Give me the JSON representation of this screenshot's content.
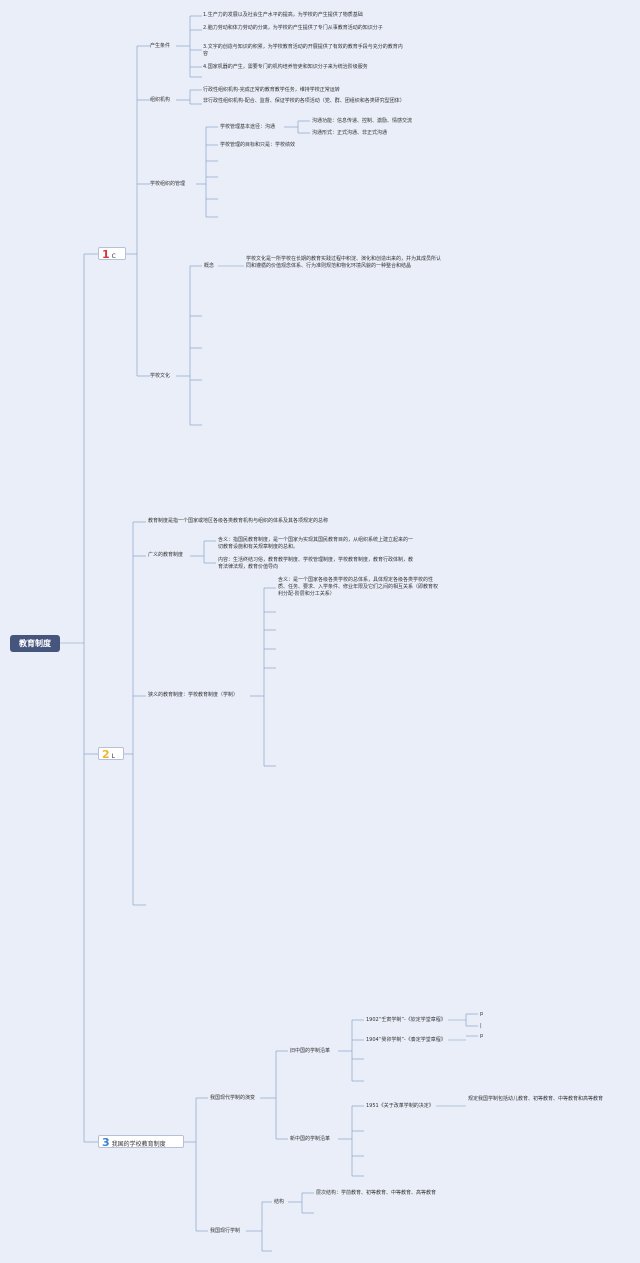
{
  "root": "教育制度",
  "b1": {
    "num": "1",
    "label": "C",
    "produce": {
      "label": "产生条件",
      "items": [
        "1.生产力的发展以及社会生产水平的提高，为学校的产生提供了物质基础",
        "2.脑力劳动和体力劳动的分离，为学校的产生提供了专门从事教育活动的知识分子",
        "3.文字的创造与知识的积累，为学校教育活动的开展提供了有效的教育手段与充分的教育内容",
        "4.国家机器的产生，需要专门的机构培养管吏和知识分子来为统治阶级服务"
      ]
    },
    "org": {
      "label": "组织机构",
      "items": [
        "行政性组织机构-完成正常的教育教学任务，维持学校正常运转",
        "非行政性组织机构-配合、监督、保证学校的各项活动（党、群、团组织和各类研究型团体）"
      ]
    },
    "mgmt": {
      "label": "学校组织的管理",
      "basic": "学校管理基本途径：沟通",
      "func": "沟通功能：信息传递、控制、激励、情感交流",
      "form": "沟通形式：正式沟通、非正式沟通",
      "goal": "学校管理的目标和只是：学校绩效"
    },
    "culture": {
      "label": "学校文化",
      "concept": "概念",
      "def": "学校文化是一所学校在长期的教育实践过程中积淀、演化和创造出来的，并为其成员所认同和遵循的价值观念体系、行为准则规范和物化环境风貌的一种整合和结晶"
    }
  },
  "b2": {
    "num": "2",
    "label": "L",
    "intro": "教育制度是指一个国家或地区各级各类教育机构与组织的体系及其各项规定的总称",
    "broad": {
      "label": "广义的教育制度",
      "meaning": "含义：指国民教育制度，是一个国家为实现其国民教育目的，从组织系统上建立起来的一切教育设施和有关规章制度的总和。",
      "content": "内容：生活终结习俗，教育教学制度、学校管理制度，学校教育制度，教育行政体制，教育法律法规，教育价值导向"
    },
    "narrow": {
      "label": "狭义的教育制度：学校教育制度（学制）",
      "meaning": "含义：是一个国家各级各类学校的总体系，具体规定各级各类学校的性质、任务、要求、入学条件、修业年限及它们之间的相互关系（即教育权利分配-阶层和分工关系）"
    }
  },
  "b3": {
    "num": "3",
    "label": "我国的学校教育制度",
    "evolution": {
      "label": "我国现代学制的演变",
      "old": {
        "label": "旧中国的学制沿革",
        "i1902": "1902“壬寅学制”-《钦定学堂章程》",
        "i1904": "1904“癸卯学制”-《奏定学堂章程》",
        "p": "p",
        "pipe": "|"
      },
      "new": {
        "label": "新中国的学制沿革",
        "i1951": "1951《关于改革学制的决定》",
        "stages": "规定我国学制包括幼儿教育、初等教育、中等教育和高等教育"
      }
    },
    "current": {
      "label": "我国现行学制",
      "structure": "结构",
      "levels": "层次结构：学前教育、初等教育、中等教育、高等教育"
    }
  }
}
